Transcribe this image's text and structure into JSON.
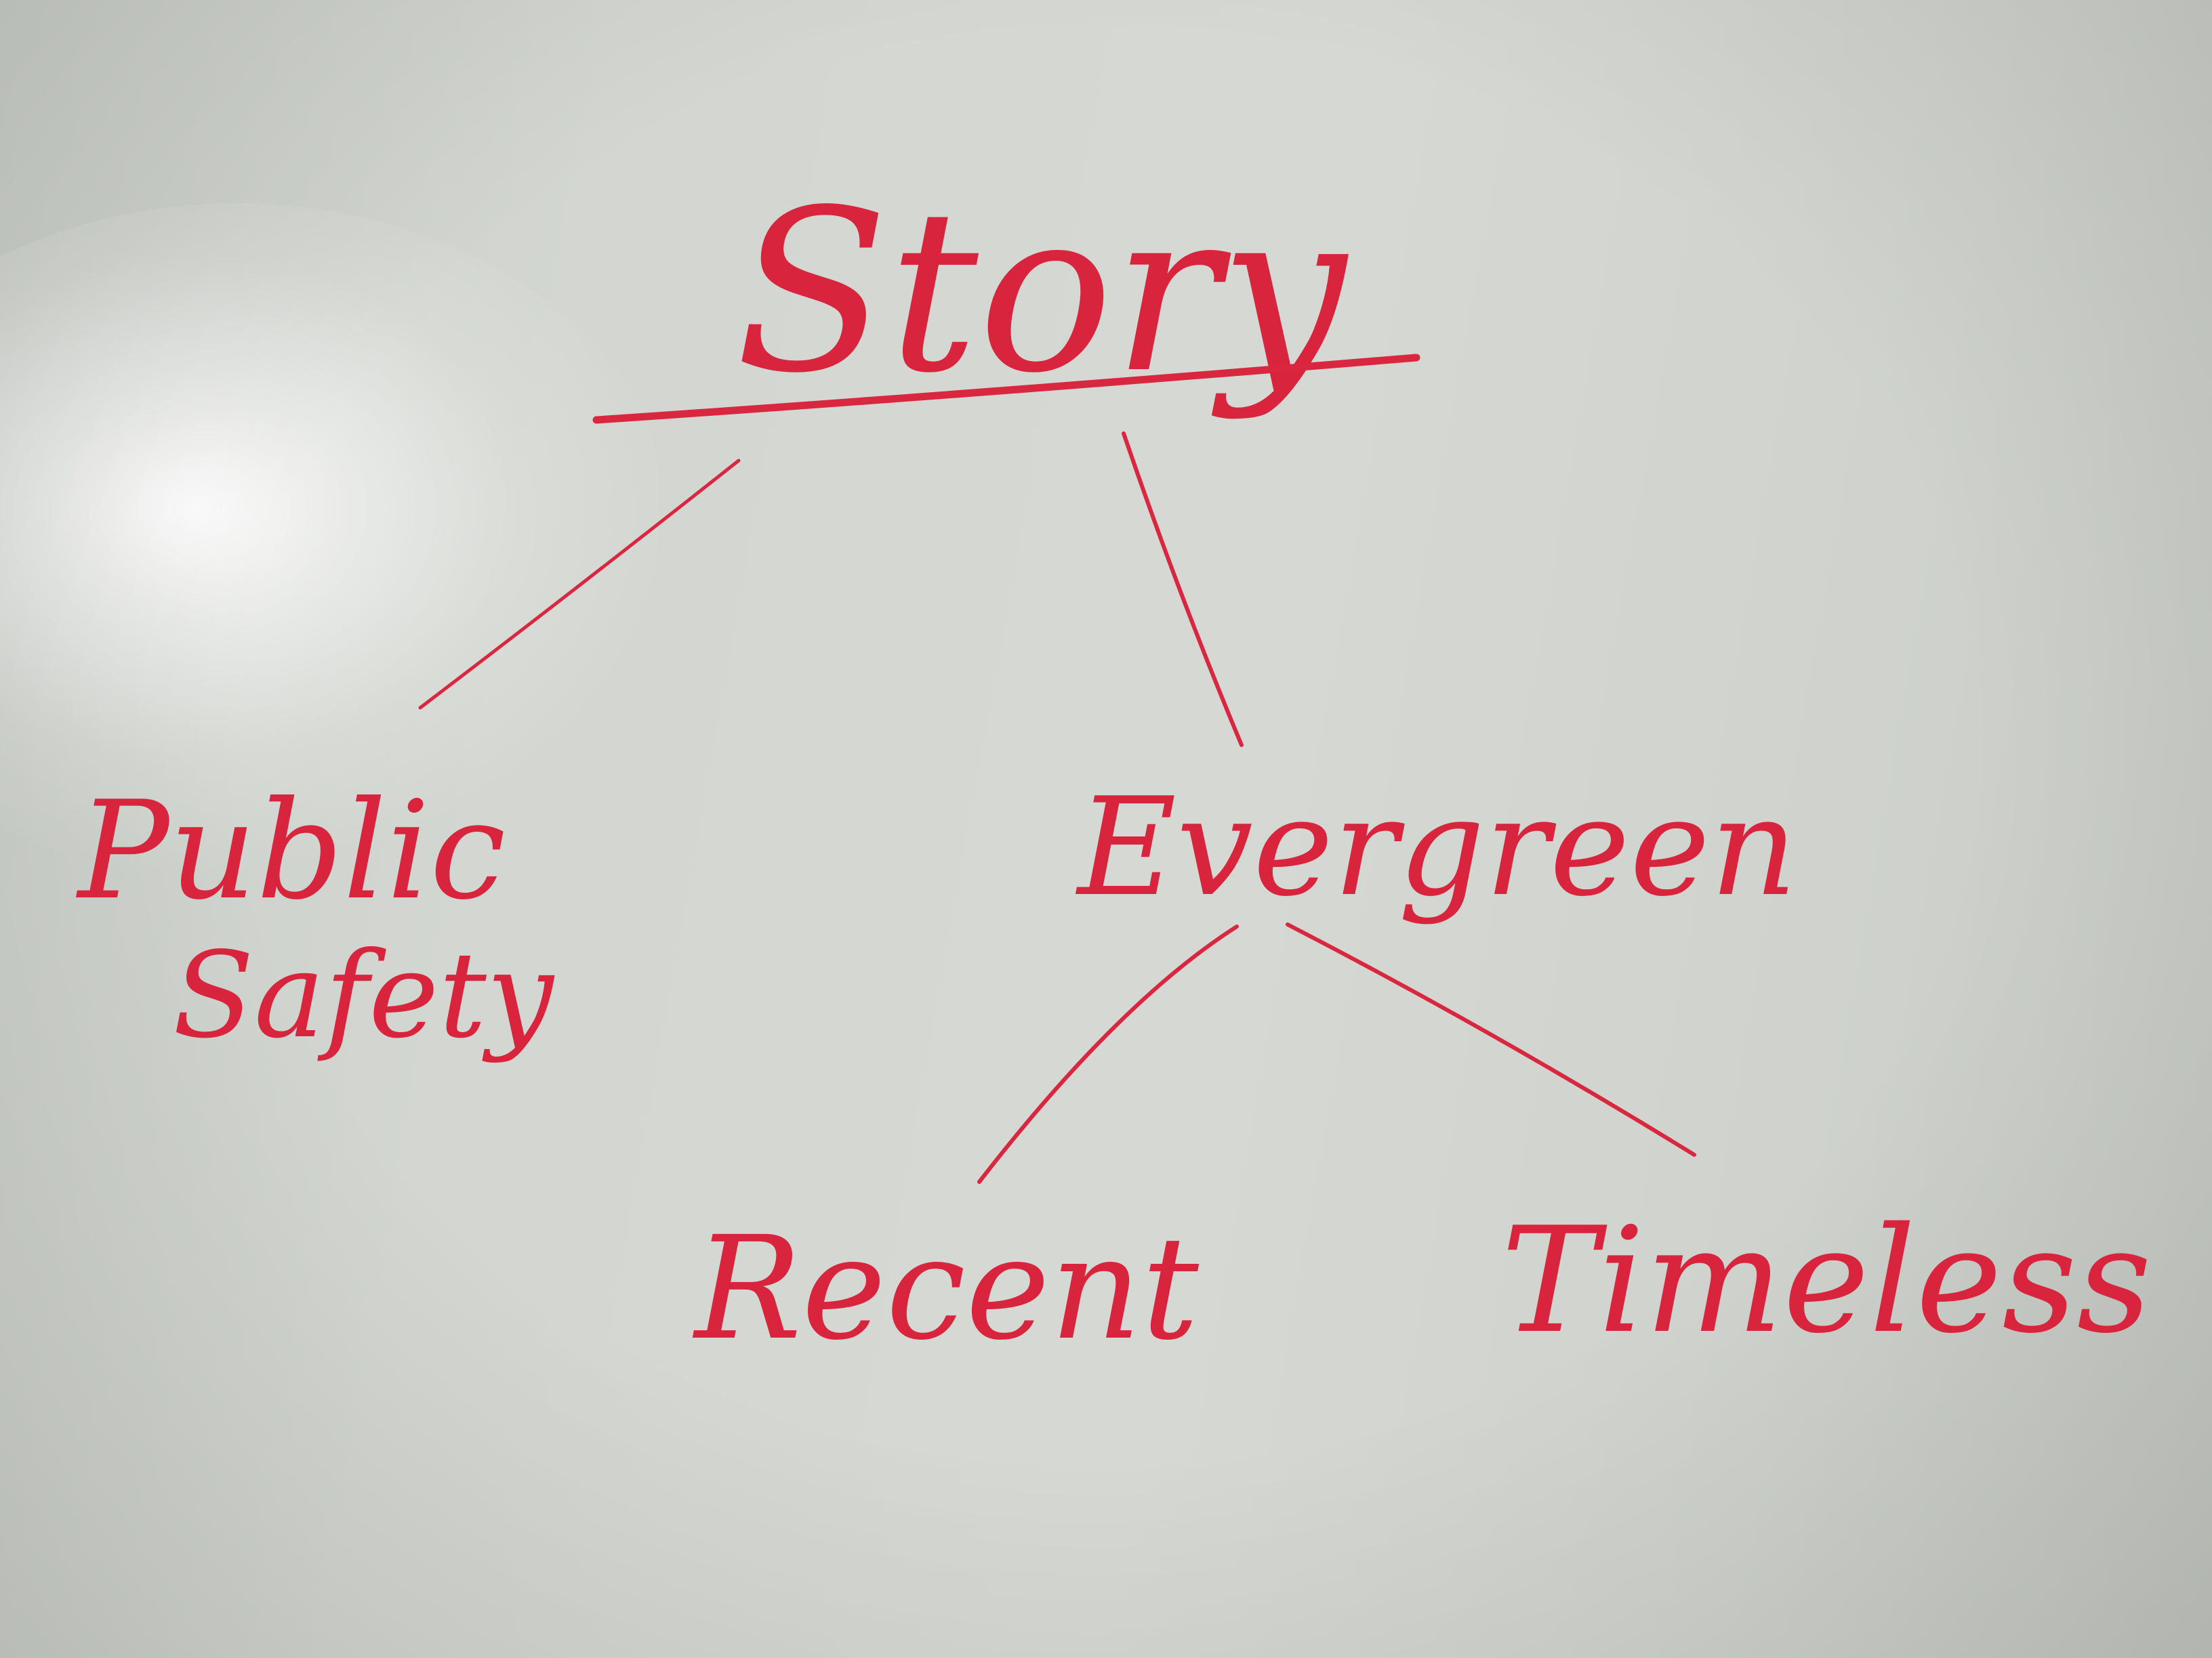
{
  "diagram": {
    "root": "Story",
    "left_child": [
      "Public",
      "Safety"
    ],
    "right_child": "Evergreen",
    "grandchild_left": "Recent",
    "grandchild_right": "Timeless"
  },
  "colors": {
    "ink": "#d8243c",
    "board": "#d4d7d2"
  }
}
